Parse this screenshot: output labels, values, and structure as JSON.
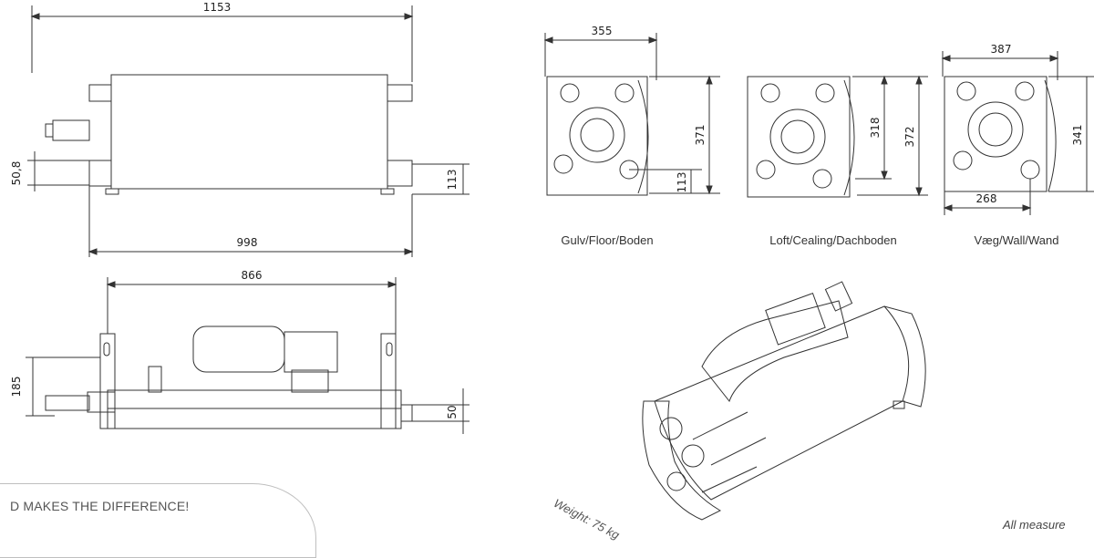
{
  "dimensions": {
    "top_view": {
      "length": "1153",
      "pipe_offset": "50,8",
      "pipe_height": "113",
      "span": "998"
    },
    "side_view": {
      "frame_width": "866",
      "height": "185",
      "base": "50"
    },
    "end_views": {
      "floor_width": "355",
      "floor_height": "371",
      "floor_pipe": "113",
      "ceiling_inner": "318",
      "ceiling_height": "372",
      "wall_width": "387",
      "wall_height": "341",
      "wall_pipe": "268"
    }
  },
  "captions": {
    "floor": "Gulv/Floor/Boden",
    "ceiling": "Loft/Cealing/Dachboden",
    "wall": "Væg/Wall/Wand"
  },
  "weight": "Weight: 75 kg",
  "banner": "D MAKES THE DIFFERENCE!",
  "note": "All measure"
}
